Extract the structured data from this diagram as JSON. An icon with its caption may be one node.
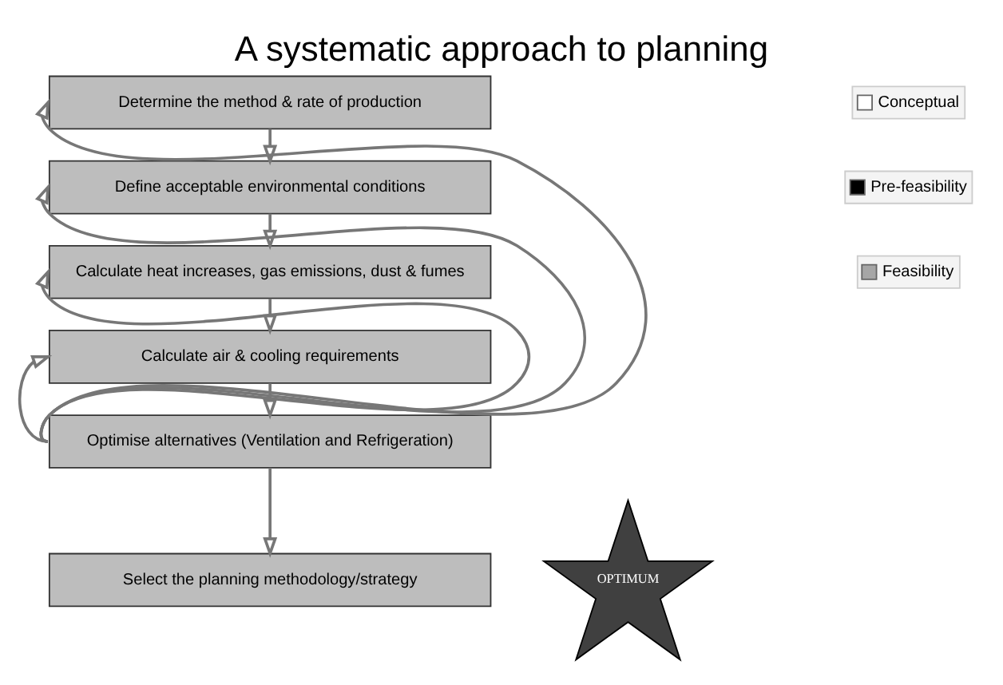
{
  "diagram": {
    "title": "A systematic approach to planning",
    "nodes": [
      {
        "text": [
          "Determine the method & rate of production"
        ]
      },
      {
        "text": [
          "Define acceptable environmental conditions"
        ]
      },
      {
        "text": [
          "Calculate heat increases, gas emissions, dust & fumes"
        ]
      },
      {
        "text": [
          "Calculate air & cooling requirements"
        ]
      },
      {
        "text": [
          "Optimise alternatives (Ventilation and Refrigeration)"
        ]
      },
      {
        "text": [
          "Select the planning methodology/strategy"
        ]
      },
      {
        "text": [
          "OPTIMUM"
        ]
      }
    ],
    "edges": [
      {
        "from": 0,
        "to": 1,
        "arrow": "to"
      },
      {
        "from": 1,
        "to": 2,
        "arrow": "to"
      },
      {
        "from": 2,
        "to": 3,
        "arrow": "to"
      },
      {
        "from": 3,
        "to": 4,
        "arrow": "to"
      },
      {
        "from": 4,
        "to": 5,
        "arrow": "to"
      },
      {
        "from": 4,
        "to": 0,
        "arrow": "to"
      },
      {
        "from": 4,
        "to": 1,
        "arrow": "to"
      },
      {
        "from": 4,
        "to": 2,
        "arrow": "to"
      },
      {
        "from": 4,
        "to": 3,
        "arrow": "to"
      }
    ],
    "legend": [
      {
        "text": "Conceptual",
        "color": "#ffffff"
      },
      {
        "text": "Pre-feasibility",
        "color": "#000000"
      },
      {
        "text": "Feasibility",
        "color": "#a6a6a6"
      }
    ]
  }
}
